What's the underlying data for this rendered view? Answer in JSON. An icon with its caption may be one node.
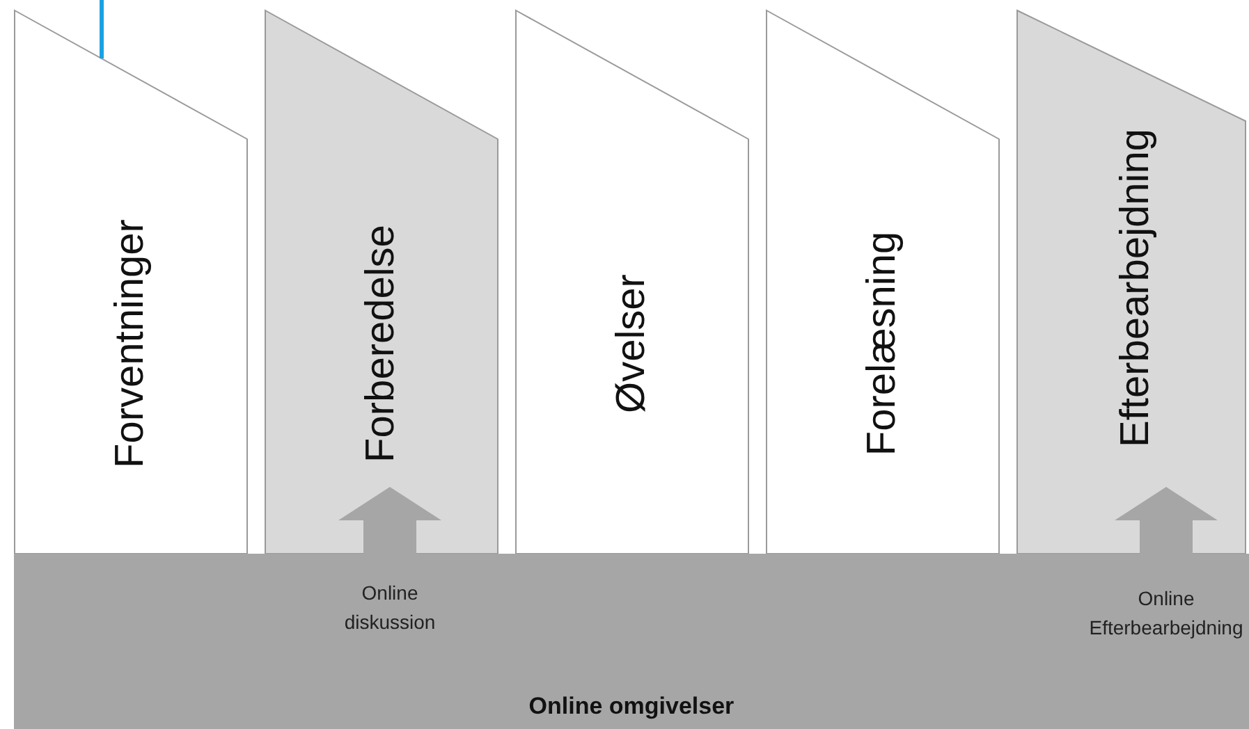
{
  "diagram": {
    "nodes": [
      {
        "text": [
          "Forventninger"
        ]
      },
      {
        "text": [
          "Forberedelse"
        ]
      },
      {
        "text": [
          "Øvelser"
        ]
      },
      {
        "text": [
          "Forelæsning"
        ]
      },
      {
        "text": [
          "Efterbearbejdning"
        ]
      },
      {
        "text": [
          "Online omgivelser"
        ]
      },
      {
        "text": [
          "Online diskussion"
        ],
        "in": 5
      },
      {
        "text": [
          "Online Efterbearbejdning"
        ],
        "in": 5
      }
    ],
    "edges": [
      {
        "from": 6,
        "to": 1,
        "arrow": "to",
        "style": "thick"
      },
      {
        "from": 7,
        "to": 4,
        "arrow": "to",
        "style": "thick"
      }
    ]
  }
}
